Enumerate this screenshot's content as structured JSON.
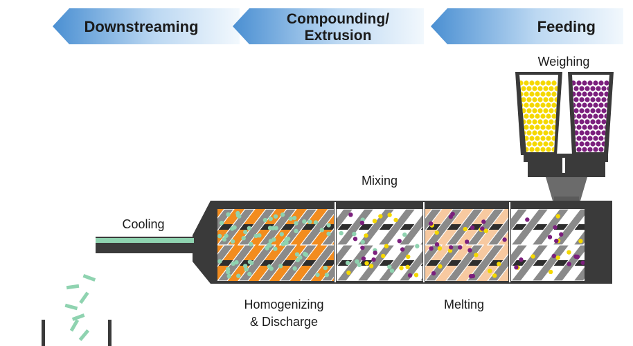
{
  "stages": {
    "downstreaming": "Downstreaming",
    "compounding_line1": "Compounding/",
    "compounding_line2": "Extrusion",
    "feeding": "Feeding"
  },
  "labels": {
    "weighing": "Weighing",
    "mixing": "Mixing",
    "cooling": "Cooling",
    "homogenizing_line1": "Homogenizing",
    "homogenizing_line2": "& Discharge",
    "melting": "Melting"
  },
  "colors": {
    "banner_dark": "#4a8fd2",
    "banner_light": "#eaf3fc",
    "yellow": "#f5d800",
    "purple": "#7b1f7d",
    "mint": "#8fd3b0",
    "orange": "#f28c1e",
    "peach": "#f7c9a0",
    "barrel": "#3a3a3a",
    "screw": "#8a8a8a"
  }
}
